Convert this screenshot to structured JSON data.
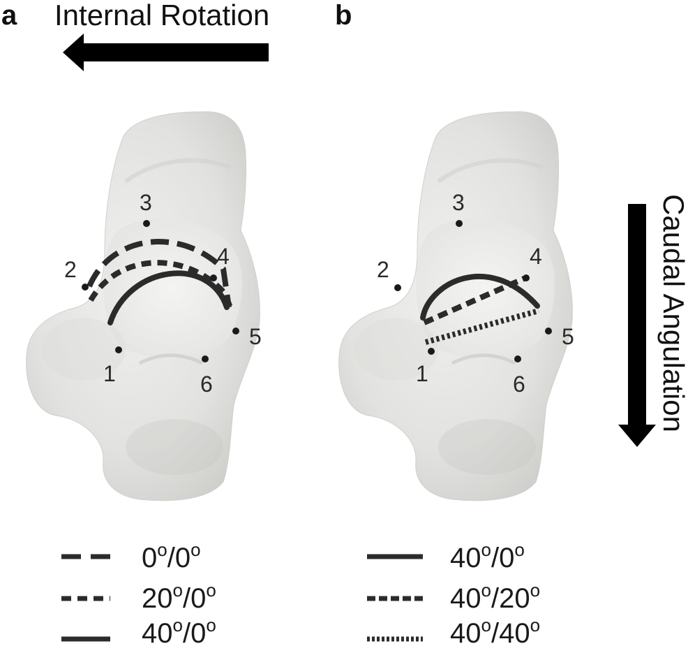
{
  "panels": [
    {
      "letter": "a",
      "arrow_label": "Internal Rotation",
      "landmarks": [
        "1",
        "2",
        "3",
        "4",
        "5",
        "6"
      ],
      "legend": [
        {
          "label": "0°/0°",
          "a": "0",
          "b": "0",
          "style": "long-dash"
        },
        {
          "label": "20°/0°",
          "a": "20",
          "b": "0",
          "style": "short-dash"
        },
        {
          "label": "40°/0°",
          "a": "40",
          "b": "0",
          "style": "solid"
        }
      ]
    },
    {
      "letter": "b",
      "arrow_label": "Caudal Angulation",
      "landmarks": [
        "1",
        "2",
        "3",
        "4",
        "5",
        "6"
      ],
      "legend": [
        {
          "label": "40°/0°",
          "a": "40",
          "b": "0",
          "style": "solid"
        },
        {
          "label": "40°/20°",
          "a": "40",
          "b": "20",
          "style": "short-dash"
        },
        {
          "label": "40°/40°",
          "a": "40",
          "b": "40",
          "style": "dotted"
        }
      ]
    }
  ],
  "colors": {
    "bone": "#e6e6e4",
    "bone_shade": "#bdbdba",
    "line": "#2b2b2b",
    "arrow": "#000000"
  }
}
